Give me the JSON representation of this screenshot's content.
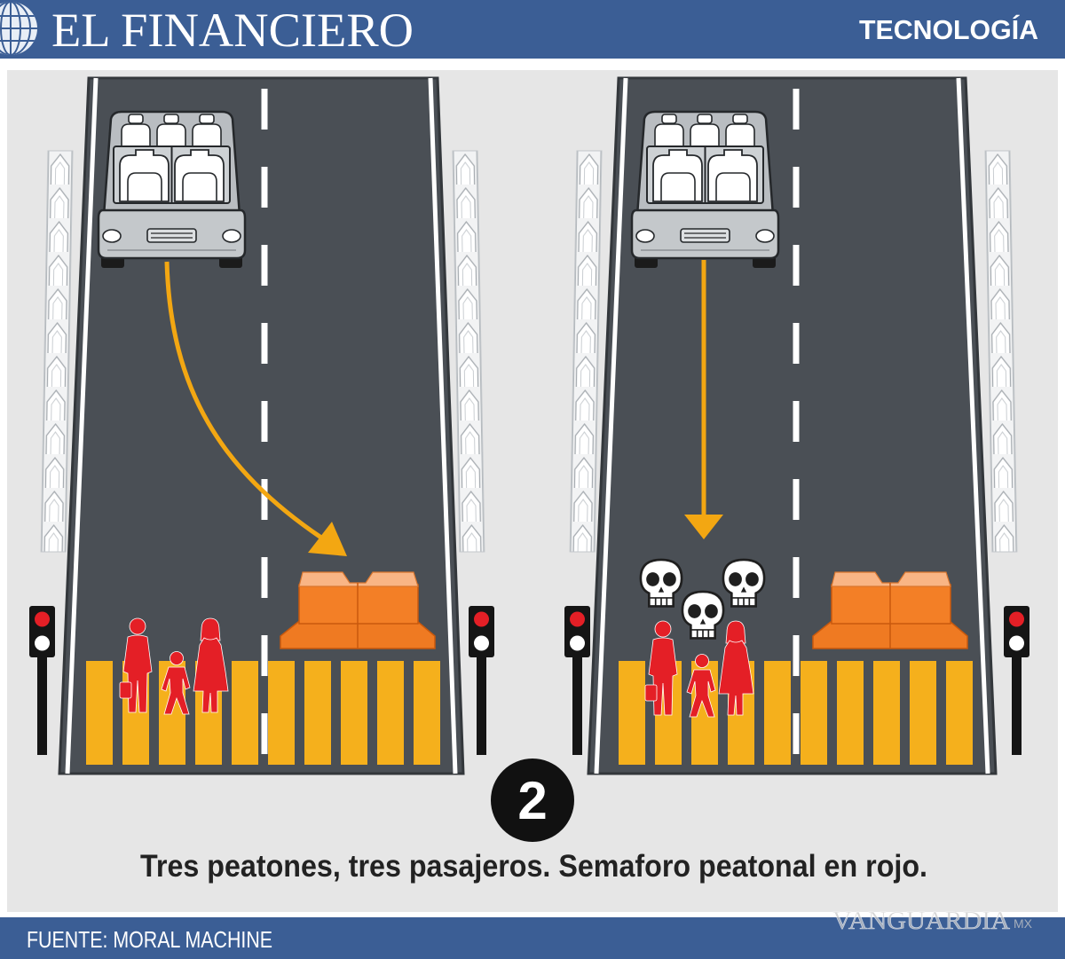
{
  "header": {
    "logo_icon": "globe-icon",
    "logo": "EL FINANCIERO",
    "section": "TECNOLOGÍA"
  },
  "scene": {
    "number": "2",
    "caption": "Tres peatones, tres pasajeros. Semaforo peatonal en rojo."
  },
  "footer": {
    "source": "FUENTE: MORAL MACHINE"
  },
  "watermark": {
    "name": "VANGUARDIA",
    "suffix": "MX"
  },
  "icons": {
    "logo": "globe-icon",
    "vehicle": "car-icon",
    "trajectory": "arrow-icon",
    "obstacle": "barrier-icon",
    "people": "pedestrians-icon",
    "casualty": "skull-icon",
    "signal": "traffic-light-icon",
    "railing": "guardrail-icon"
  },
  "colors": {
    "header": "#3b5e95",
    "footer": "#3b5e95",
    "panel": "#e6e6e6",
    "road": "#4a4f55",
    "road_line": "#ffffff",
    "crosswalk": "#f5b01c",
    "pedestrian": "#e41f26",
    "arrow": "#f3a712",
    "barrier": "#f37f26",
    "signal_red": "#e41f26",
    "badge": "#111111"
  }
}
